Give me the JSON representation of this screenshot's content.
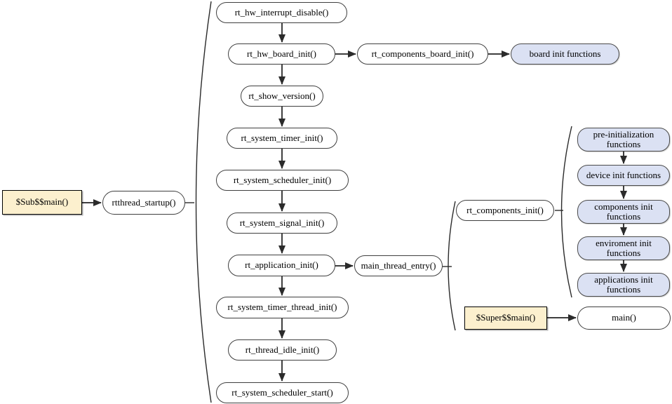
{
  "colors": {
    "pill_fill": "#ffffff",
    "pill_border": "#3f3f3f",
    "group_fill": "#dbe1f3",
    "group_border": "#4a4a4a",
    "entry_fill": "#fcf0ce",
    "entry_border": "#000000",
    "arrow": "#3f3f3f"
  },
  "nodes": {
    "sub_main": "$Sub$$main()",
    "rtthread_startup": "rtthread_startup()",
    "startup_steps": [
      "rt_hw_interrupt_disable()",
      "rt_hw_board_init()",
      "rt_show_version()",
      "rt_system_timer_init()",
      "rt_system_scheduler_init()",
      "rt_system_signal_init()",
      "rt_application_init()",
      "rt_system_timer_thread_init()",
      "rt_thread_idle_init()",
      "rt_system_scheduler_start()"
    ],
    "rt_components_board_init": "rt_components_board_init()",
    "board_init_functions": "board init functions",
    "main_thread_entry": "main_thread_entry()",
    "rt_components_init": "rt_components_init()",
    "init_groups": [
      "pre-initialization functions",
      "device init functions",
      "components init functions",
      "enviroment init functions",
      "applications init functions"
    ],
    "super_main": "$Super$$main()",
    "main": "main()"
  }
}
